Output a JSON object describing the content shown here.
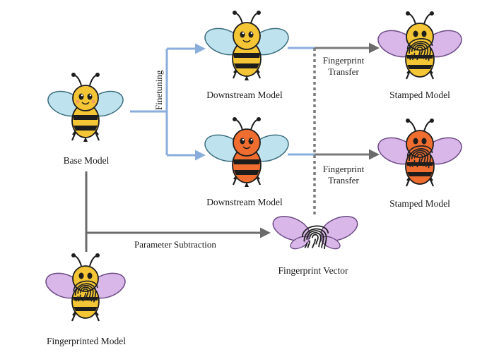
{
  "nodes": {
    "base_model": "Base Model",
    "downstream_model_top": "Downstream Model",
    "downstream_model_bottom": "Downstream Model",
    "stamped_model_top": "Stamped Model",
    "stamped_model_bottom": "Stamped Model",
    "fingerprinted_model": "Fingerprinted Model",
    "fingerprint_vector": "Fingerprint Vector"
  },
  "edges": {
    "finetuning": "Finetuning",
    "fingerprint_transfer_top": [
      "Fingerprint",
      "Transfer"
    ],
    "fingerprint_transfer_bottom": [
      "Fingerprint",
      "Transfer"
    ],
    "parameter_subtraction": "Parameter Subtraction"
  },
  "colors": {
    "finetune_arrow": "#8aaedc",
    "gray_arrow": "#6b6b6b",
    "dotted_line": "#7a7a7a",
    "bee_yellow": "#f4c534",
    "bee_orange": "#ef6d2f",
    "bee_stripe": "#1d1d1d",
    "wing_blue": "#bfe3ee",
    "wing_purple": "#d9b7e8"
  },
  "icons": {
    "base": "bee-yellow-blue-wings-icon",
    "downstream_top": "bee-yellow-blue-wings-icon",
    "downstream_bottom": "bee-orange-blue-wings-icon",
    "stamped_top": "bee-yellow-purple-wings-fingerprint-icon",
    "stamped_bottom": "bee-orange-purple-wings-fingerprint-icon",
    "fingerprinted": "bee-yellow-purple-wings-fingerprint-icon",
    "vector": "wings-fingerprint-icon"
  }
}
